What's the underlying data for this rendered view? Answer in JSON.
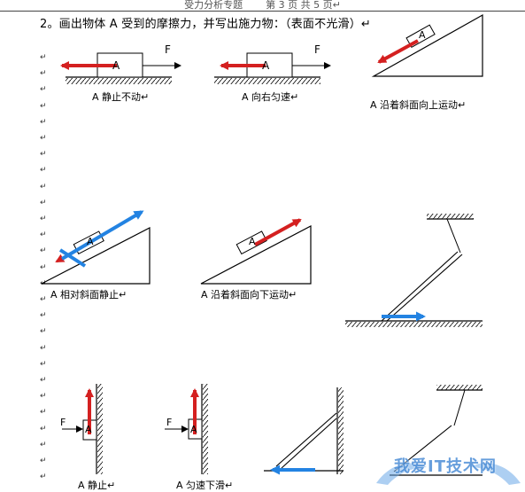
{
  "header": {
    "left": "受力分析专题",
    "right": "第 3 页 共 5 页↵"
  },
  "title": "2。画出物体 A 受到的摩擦力，并写出施力物：（表面不光滑）↵",
  "para_mark": "↵",
  "labels": {
    "block": "A",
    "force": "F"
  },
  "captions": {
    "c1": "A 静止不动↵",
    "c2": "A 向右匀速↵",
    "c3": "A 沿着斜面向上运动↵",
    "c4": "A 相对斜面静止↵",
    "c5": "A 沿着斜面向下运动↵",
    "c6": "A 静止↵",
    "c7": "A 匀速下滑↵"
  },
  "watermark": "我爱IT技术网",
  "colors": {
    "red_arrow": "#d42020",
    "blue_arrow": "#2383e2",
    "line": "#000000"
  }
}
